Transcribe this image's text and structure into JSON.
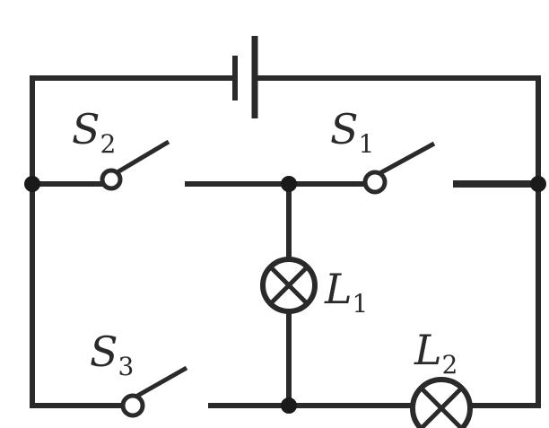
{
  "labels": {
    "s1": {
      "letter": "S",
      "sub": "1"
    },
    "s2": {
      "letter": "S",
      "sub": "2"
    },
    "s3": {
      "letter": "S",
      "sub": "3"
    },
    "l1": {
      "letter": "L",
      "sub": "1"
    },
    "l2": {
      "letter": "L",
      "sub": "2"
    }
  }
}
